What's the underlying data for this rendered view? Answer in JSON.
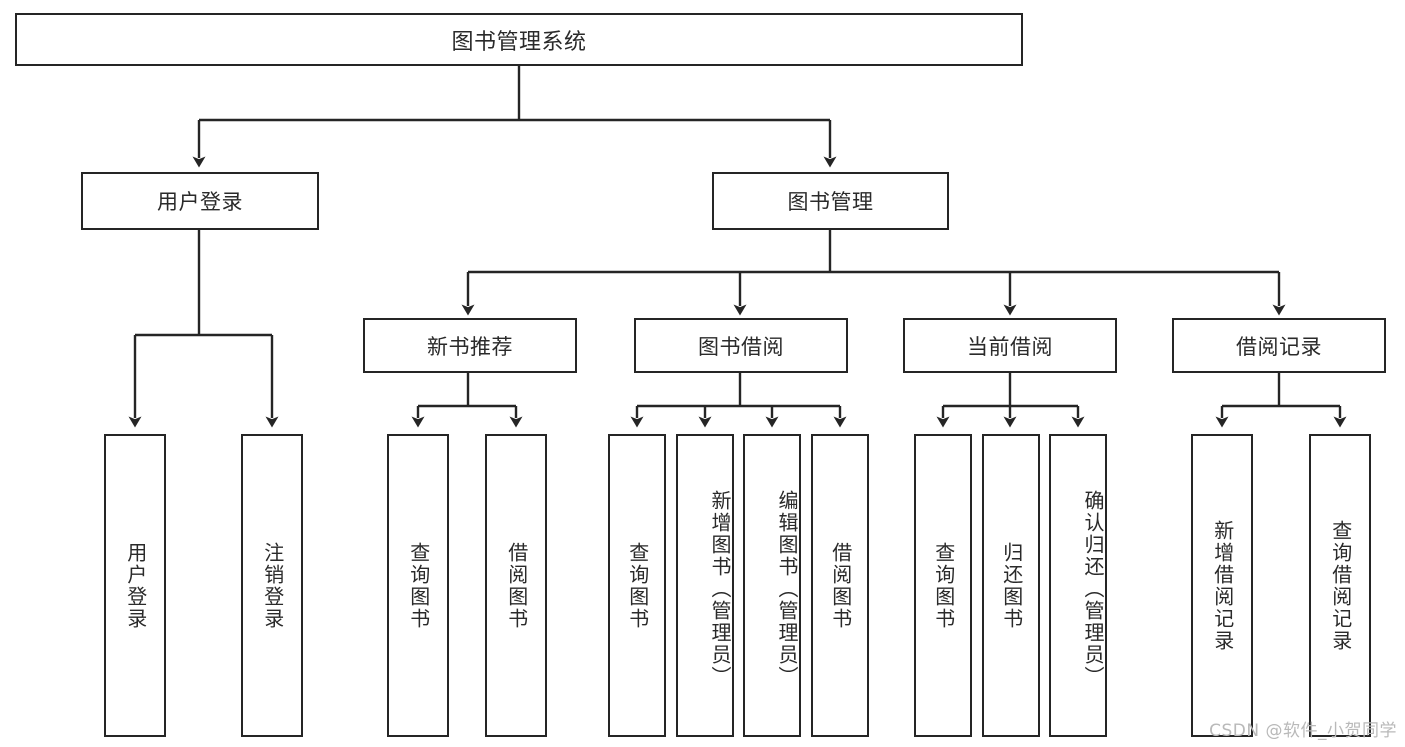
{
  "diagram": {
    "title": "图书管理系统",
    "type": "tree-hierarchy-chart",
    "root": {
      "label": "图书管理系统"
    },
    "level2": [
      {
        "label": "用户登录"
      },
      {
        "label": "图书管理"
      }
    ],
    "level3": [
      {
        "label": "新书推荐"
      },
      {
        "label": "图书借阅"
      },
      {
        "label": "当前借阅"
      },
      {
        "label": "借阅记录"
      }
    ],
    "leaves": {
      "user_login": [
        {
          "label": "用户登录"
        },
        {
          "label": "注销登录"
        }
      ],
      "new_book_recommend": [
        {
          "label": "查询图书"
        },
        {
          "label": "借阅图书"
        }
      ],
      "book_borrow": [
        {
          "label": "查询图书"
        },
        {
          "label": "新增图书（管理员）"
        },
        {
          "label": "编辑图书（管理员）"
        },
        {
          "label": "借阅图书"
        }
      ],
      "current_borrow": [
        {
          "label": "查询图书"
        },
        {
          "label": "归还图书"
        },
        {
          "label": "确认归还（管理员）"
        }
      ],
      "borrow_record": [
        {
          "label": "新增借阅记录"
        },
        {
          "label": "查询借阅记录"
        }
      ]
    }
  },
  "watermark": {
    "text": "CSDN @软件_小贺同学"
  },
  "colors": {
    "stroke": "#252525",
    "text": "#2a2a2a",
    "background": "#ffffff",
    "watermark": "#b9b9b9"
  }
}
